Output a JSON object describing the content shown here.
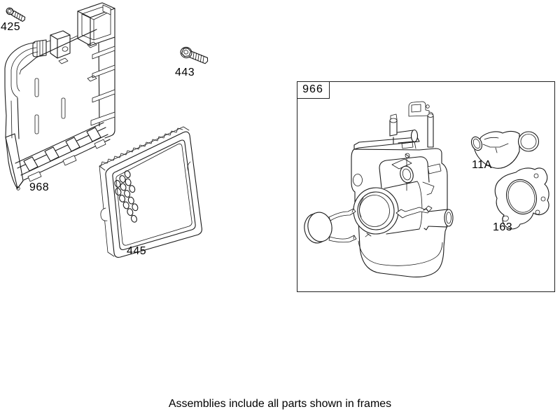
{
  "diagram": {
    "background": "#ffffff",
    "line_color": "#1a1a1a",
    "caption": "Assemblies include all parts shown in frames",
    "frame": {
      "label": "966",
      "content": "carburetor-assembly"
    },
    "part_labels": [
      {
        "id": "425",
        "part": "screw"
      },
      {
        "id": "443",
        "part": "hex-flange-bolt"
      },
      {
        "id": "968",
        "part": "air-cleaner-base"
      },
      {
        "id": "445",
        "part": "air-filter-cartridge"
      },
      {
        "id": "11A",
        "part": "intake-elbow"
      },
      {
        "id": "163",
        "part": "carburetor-gasket"
      }
    ]
  }
}
